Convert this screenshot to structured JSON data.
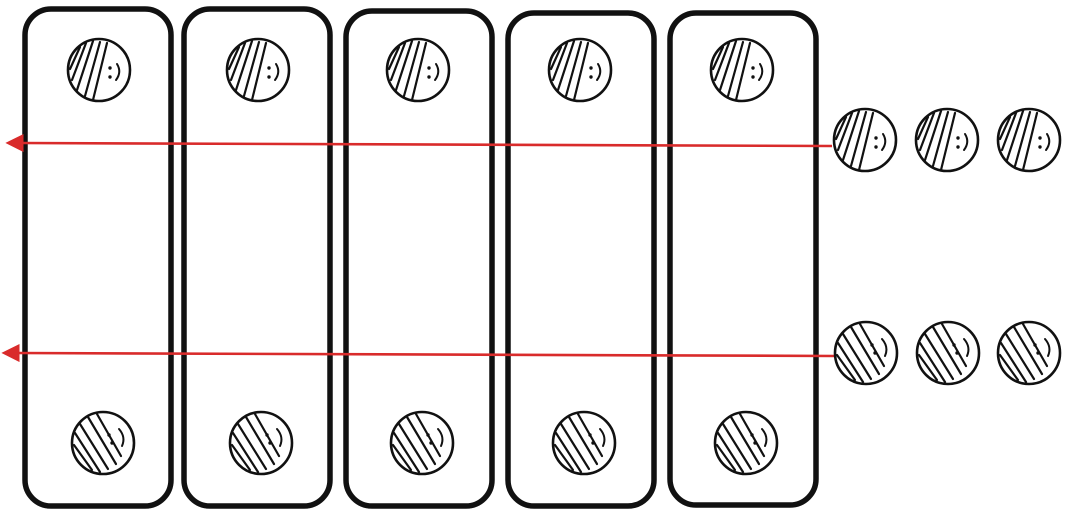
{
  "diagram": {
    "column_count": 5,
    "figures_per_column": {
      "top": 1,
      "bottom": 1
    },
    "top_figure_style": "face-left-hatched-forward",
    "bottom_figure_style": "face-right-hatched-backward",
    "queues": [
      {
        "id": "upper-queue",
        "waiting_figures": 3,
        "figure_style": "face-left-hatched-forward",
        "arrow_direction": "left"
      },
      {
        "id": "lower-queue",
        "waiting_figures": 3,
        "figure_style": "face-right-hatched-backward",
        "arrow_direction": "left"
      }
    ],
    "colors": {
      "outline": "#111111",
      "arrow": "#d92b2b",
      "background": "#ffffff"
    }
  }
}
